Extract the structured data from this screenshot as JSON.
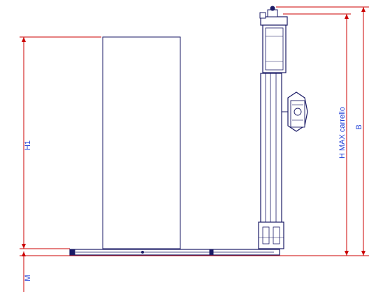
{
  "labels": {
    "h1": "H1",
    "m": "M",
    "h_max_carrello": "H MAX carrello",
    "b": "B"
  },
  "colors": {
    "dimension_line": "#cc0000",
    "label": "#1f3fd6",
    "outline": "#1a1a66",
    "fill": "#ffffff",
    "background": "#ffffff"
  }
}
